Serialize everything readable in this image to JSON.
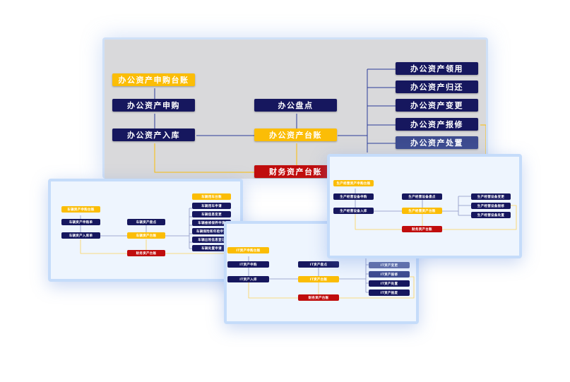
{
  "office": {
    "purchase_ledger": "办公资产申购台账",
    "purchase": "办公资产申购",
    "storage": "办公资产入库",
    "inventory": "办公盘点",
    "ledger": "办公资产台账",
    "finance": "财务资产台账",
    "right": [
      "办公资产领用",
      "办公资产归还",
      "办公资产变更",
      "办公资产报修",
      "办公资产处置"
    ]
  },
  "vehicle": {
    "purchase_ledger": "车辆资产申购台账",
    "purchase": "车辆资产申购单",
    "storage": "车辆资产入库单",
    "inventory": "车辆资产盘点",
    "ledger": "车辆资产台账",
    "finance": "财务资产台账",
    "right": [
      "车辆用车台账",
      "车辆用车申请",
      "车辆信息变更",
      "车辆维修保养申请",
      "车辆保险和年检申请",
      "车辆出险信息登记",
      "车辆处置申请"
    ]
  },
  "production": {
    "purchase_ledger": "生产经营资产申购台账",
    "purchase": "生产经营设备申购",
    "storage": "生产经营设备入库",
    "inventory": "生产经营设备盘点",
    "ledger": "生产经营资产台账",
    "finance": "财务资产台账",
    "right": [
      "生产经营设备变更",
      "生产经营设备报修",
      "生产经营设备处置"
    ]
  },
  "it": {
    "purchase_ledger": "IT资产申购台账",
    "purchase": "IT资产申购",
    "storage": "IT资产入库",
    "inventory": "IT资产盘点",
    "ledger": "IT资产台账",
    "finance": "财务资产台账",
    "right": [
      "IT资产变更",
      "IT资产报修",
      "IT资产处置",
      "IT资产报废"
    ]
  }
}
